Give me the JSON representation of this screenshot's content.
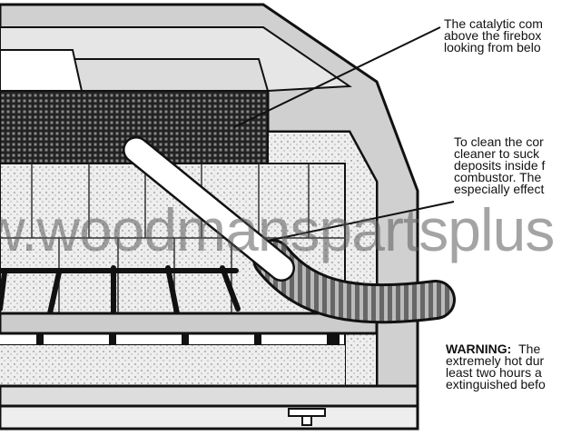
{
  "callouts": {
    "catalytic": [
      "The catalytic com",
      "above the firebox",
      "looking from belo"
    ],
    "clean": [
      "To clean the cor",
      "cleaner to suck",
      "deposits inside f",
      "combustor.  The",
      "especially effect"
    ],
    "warning": {
      "label": "WARNING:",
      "lines": [
        "The",
        "extremely hot dur",
        "least two hours a",
        "extinguished befo"
      ]
    }
  },
  "watermark": "w.woodmanspartsplus"
}
